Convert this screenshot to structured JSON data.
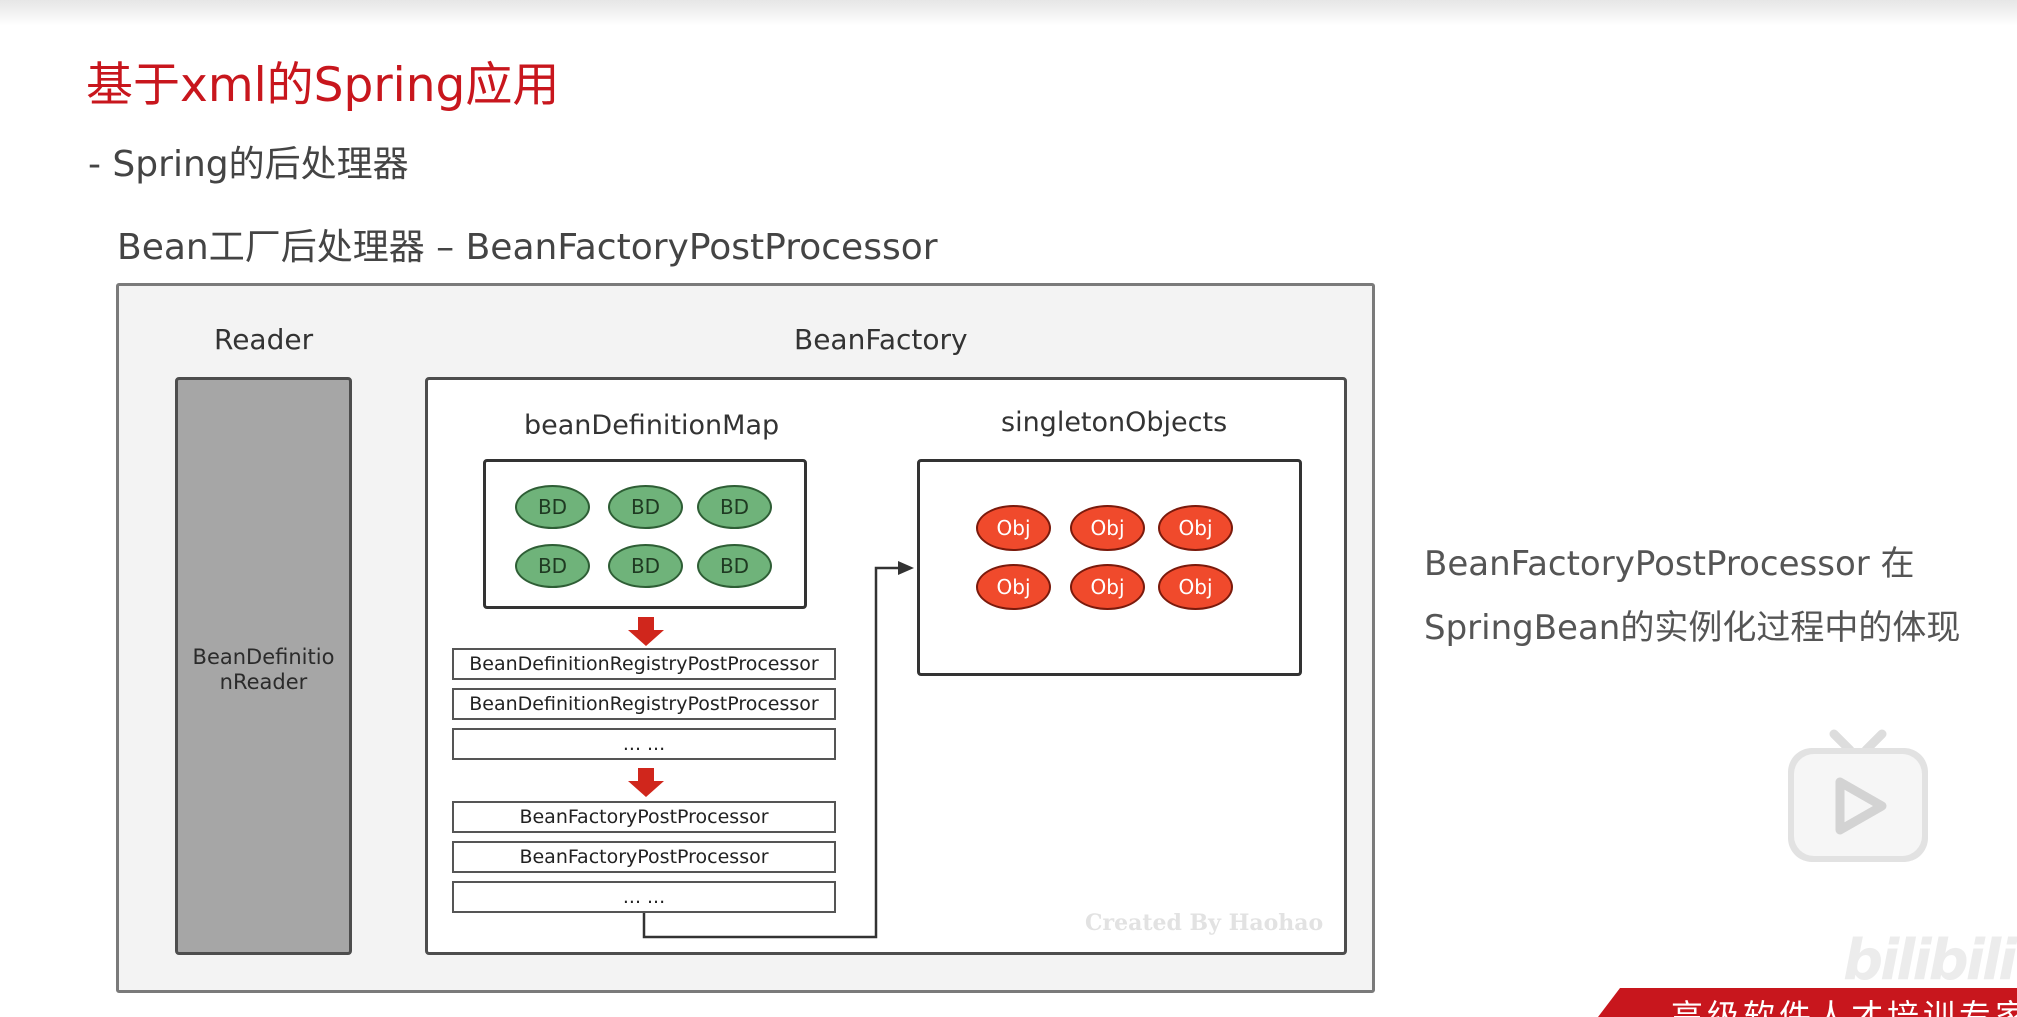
{
  "slide": {
    "title": "基于xml的Spring应用",
    "section": "- Spring的后处理器",
    "subtitle": "Bean工厂后处理器 – BeanFactoryPostProcessor",
    "description": [
      "BeanFactoryPostProcessor 在",
      "SpringBean的实例化过程中的体现"
    ]
  },
  "diagram": {
    "reader_label": "Reader",
    "reader_box_text": [
      "BeanDefinitio",
      "nReader"
    ],
    "beanfactory_label": "BeanFactory",
    "bdmap_label": "beanDefinitionMap",
    "bd_items": [
      "BD",
      "BD",
      "BD",
      "BD",
      "BD",
      "BD"
    ],
    "singleton_label": "singletonObjects",
    "obj_items": [
      "Obj",
      "Obj",
      "Obj",
      "Obj",
      "Obj",
      "Obj"
    ],
    "registry_processors": [
      "BeanDefinitionRegistryPostProcessor",
      "BeanDefinitionRegistryPostProcessor",
      "... ..."
    ],
    "factory_processors": [
      "BeanFactoryPostProcessor",
      "BeanFactoryPostProcessor",
      "... ..."
    ],
    "watermark": "Created By Haohao"
  },
  "branding": {
    "logo_text": "bilibili",
    "tagline": "高级软件人才培训专家"
  },
  "colors": {
    "title_red": "#c8161d",
    "bd_green": "#6fb37a",
    "obj_red": "#f04a2c",
    "arrow_red": "#d0261c"
  }
}
